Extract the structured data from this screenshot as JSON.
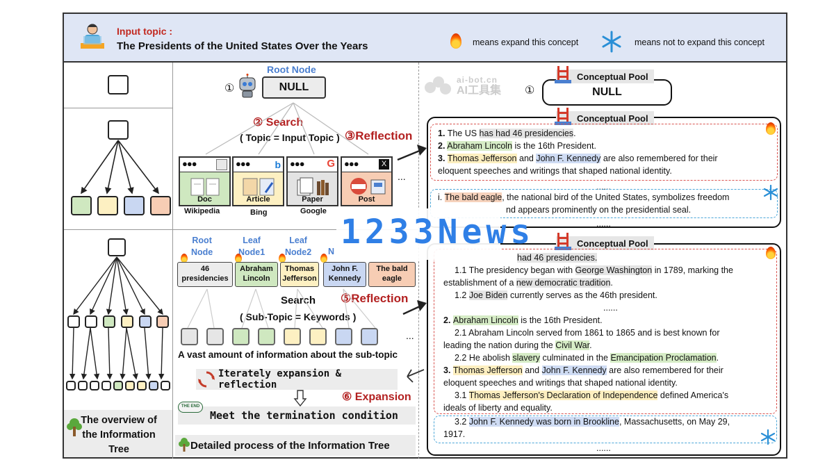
{
  "header": {
    "input_label": "Input topic :",
    "topic": "The Presidents of the United States Over the Years",
    "expand_legend": "means expand this concept",
    "no_expand_legend": "means not to expand this concept"
  },
  "colors": {
    "expand": "#e2440a",
    "no_expand": "#2a8fd6",
    "reflection": "#b32121",
    "root_node": "#4a7fd0"
  },
  "left_panel": {
    "overview_label": "The overview of the Information Tree"
  },
  "middle": {
    "root_node_label": "Root Node",
    "null_label": "NULL",
    "step1": "①",
    "step2_search": "② Search",
    "topic_eq": "( Topic = Input Topic )",
    "step3": "③Reflection",
    "sources": [
      {
        "label": "Doc",
        "caption": "Wikipedia"
      },
      {
        "label": "Article",
        "caption": "Bing"
      },
      {
        "label": "Paper",
        "caption": "Google"
      },
      {
        "label": "Post",
        "caption": ""
      }
    ],
    "ellipsis": "...",
    "tree_headers": [
      {
        "top": "Root",
        "bottom": "Node"
      },
      {
        "top": "Leaf",
        "bottom": "Node1"
      },
      {
        "top": "Leaf",
        "bottom": "Node2"
      },
      {
        "top": "N",
        "bottom": ""
      }
    ],
    "nodes": [
      "46 presidencies",
      "Abraham Lincoln",
      "Thomas Jefferson",
      "John F. Kennedy",
      "The bald eagle"
    ],
    "search2": "Search",
    "step5": "⑤Reflection",
    "subtopic_eq": "( Sub-Topic = Keywords )",
    "vast_info": "A vast amount of information about the sub-topic",
    "iterate": "Iterately expansion & reflection",
    "step6": "⑥ Expansion",
    "termination": "Meet the termination condition",
    "the_end": "THE END",
    "detailed": "Detailed process of the Information Tree"
  },
  "right": {
    "step1": "①",
    "pool_label": "Conceptual Pool",
    "null_label": "NULL",
    "pool2": {
      "lines": [
        {
          "num": "1.",
          "parts": [
            [
              "The US ",
              ""
            ],
            [
              "has had 46 presidencies",
              "gr"
            ],
            [
              ".",
              ""
            ]
          ]
        },
        {
          "num": "2.",
          "parts": [
            [
              "Abraham Lincoln",
              "g"
            ],
            [
              " is the 16th President.",
              ""
            ]
          ]
        },
        {
          "num": "3.",
          "parts": [
            [
              "Thomas Jefferson",
              "y"
            ],
            [
              " and ",
              ""
            ],
            [
              "John F. Kennedy",
              "b"
            ],
            [
              " are also remembered for their",
              ""
            ]
          ]
        },
        {
          "num": "",
          "parts": [
            [
              "eloquent speeches and writings that shaped national identity.",
              ""
            ]
          ]
        }
      ],
      "dots": "......",
      "item_i": [
        [
          "i. ",
          ""
        ],
        [
          "The bald eagle",
          "o"
        ],
        [
          ", the national bird of the United States, symbolizes freedom",
          ""
        ]
      ],
      "item_i2": "nd appears prominently on the presidential seal.",
      "dots2": "......"
    },
    "pool3": {
      "l0": "had 46 presidencies.",
      "l11a": "1.1 The presidency began with ",
      "l11b": "George Washington",
      "l11c": " in 1789, marking the",
      "l11d": "establishment of a ",
      "l11e": "new democratic tradition",
      "l11f": ".",
      "l12a": "1.2 ",
      "l12b": "Joe Biden",
      "l12c": " currently serves as the 46th president.",
      "dots": "......",
      "l2a": "2. ",
      "l2b": "Abraham Lincoln",
      "l2c": " is the 16th President.",
      "l21a": "2.1 Abraham Lincoln served from 1861 to 1865 and is best known for",
      "l21b": "leading the nation during the ",
      "l21c": "Civil War",
      "l21d": ".",
      "l22a": "2.2 He abolish ",
      "l22b": "slavery",
      "l22c": " culminated in the ",
      "l22d": "Emancipation Proclamation",
      "l22e": ".",
      "l3a": "3. ",
      "l3b": "Thomas Jefferson",
      "l3c": " and ",
      "l3d": "John F. Kennedy",
      "l3e": " are also remembered for their",
      "l3f": "eloquent speeches and writings that shaped national identity.",
      "l31a": "3.1 ",
      "l31b": "Thomas Jefferson's Declaration of Independence",
      "l31c": " defined America's",
      "l31d": "ideals of liberty and equality.",
      "l32a": "3.2 ",
      "l32b": "John F. Kennedy was born in Brookline",
      "l32c": ", Massachusetts, on May 29,",
      "l32d": "1917.",
      "dots2": "......"
    }
  },
  "watermarks": {
    "site": "ai-bot.cn",
    "brand": "AI工具集",
    "news": "1233News"
  }
}
